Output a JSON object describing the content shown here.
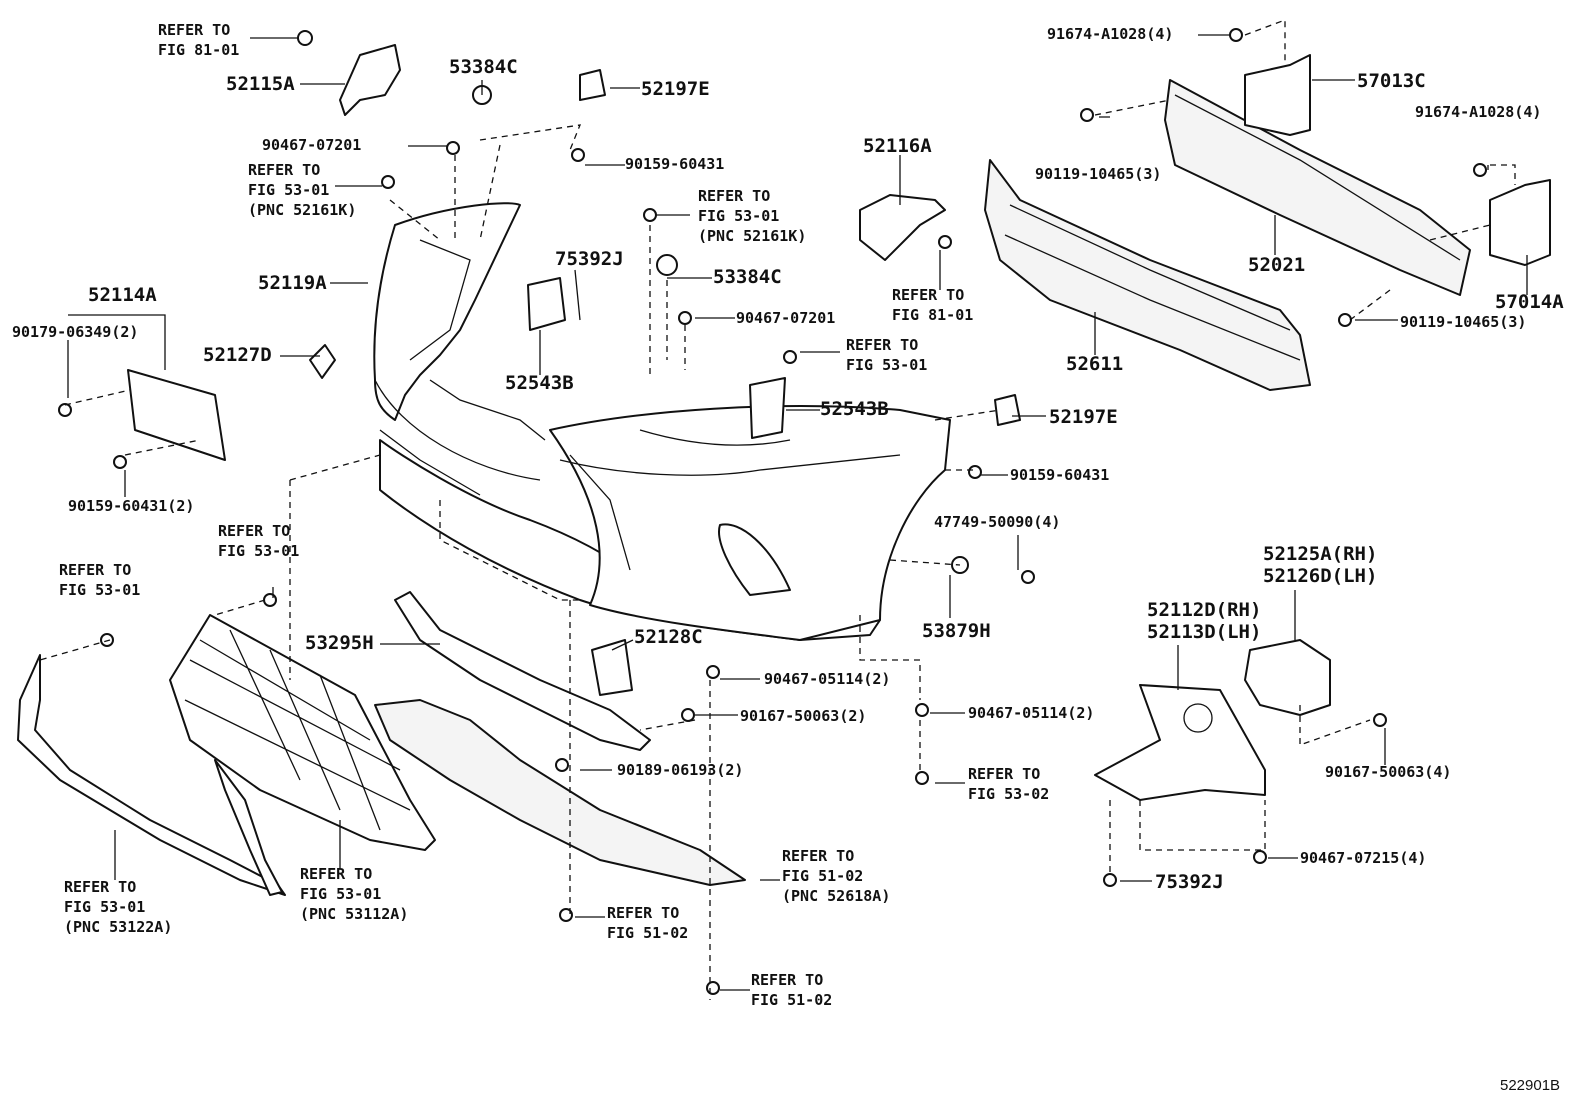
{
  "figure_code": "522901B",
  "labels": {
    "p52115A": "52115A",
    "p53384C_top": "53384C",
    "p52197E_top": "52197E",
    "p90467_07201_left": "90467-07201",
    "p90159_60431_top": "90159-60431",
    "p52116A": "52116A",
    "p52119A": "52119A",
    "p75392J_mid": "75392J",
    "p53384C_mid": "53384C",
    "p52114A": "52114A",
    "p90179_06349": "90179-06349(2)",
    "p90467_07201_mid": "90467-07201",
    "p52127D": "52127D",
    "p52543B_left": "52543B",
    "p52543B_right": "52543B",
    "p52197E_right": "52197E",
    "p90159_60431_right": "90159-60431",
    "p90159_60431_2": "90159-60431(2)",
    "p47749_50090": "47749-50090(4)",
    "p52125A": "52125A(RH)",
    "p52126D": "52126D(LH)",
    "p53295H": "53295H",
    "p52128C": "52128C",
    "p53879H": "53879H",
    "p52112D": "52112D(RH)",
    "p52113D": "52113D(LH)",
    "p90467_05114_a": "90467-05114(2)",
    "p90167_50063_a": "90167-50063(2)",
    "p90467_05114_b": "90467-05114(2)",
    "p90189_06193": "90189-06193(2)",
    "p90167_50063_b": "90167-50063(4)",
    "p90467_07215": "90467-07215(4)",
    "p75392J_bottom": "75392J",
    "p91674_A1028_top": "91674-A1028(4)",
    "p57013C": "57013C",
    "p91674_A1028_right": "91674-A1028(4)",
    "p90119_10465_top": "90119-10465(3)",
    "p52021": "52021",
    "p57014A": "57014A",
    "p90119_10465_right": "90119-10465(3)",
    "p52611": "52611"
  },
  "refs": {
    "r1": {
      "l1": "REFER TO",
      "l2": "FIG 81-01"
    },
    "r2": {
      "l1": "REFER TO",
      "l2": "FIG 53-01",
      "l3": "(PNC 52161K)"
    },
    "r3": {
      "l1": "REFER TO",
      "l2": "FIG 53-01",
      "l3": "(PNC 52161K)"
    },
    "r4": {
      "l1": "REFER TO",
      "l2": "FIG 81-01"
    },
    "r5": {
      "l1": "REFER TO",
      "l2": "FIG 53-01"
    },
    "r6": {
      "l1": "REFER TO",
      "l2": "FIG 53-01"
    },
    "r7": {
      "l1": "REFER TO",
      "l2": "FIG 53-01"
    },
    "r8": {
      "l1": "REFER TO",
      "l2": "FIG 53-02"
    },
    "r9": {
      "l1": "REFER TO",
      "l2": "FIG 51-02",
      "l3": "(PNC 52618A)"
    },
    "r10": {
      "l1": "REFER TO",
      "l2": "FIG 53-01",
      "l3": "(PNC 53122A)"
    },
    "r11": {
      "l1": "REFER TO",
      "l2": "FIG 53-01",
      "l3": "(PNC 53112A)"
    },
    "r12": {
      "l1": "REFER TO",
      "l2": "FIG 51-02"
    },
    "r13": {
      "l1": "REFER TO",
      "l2": "FIG 51-02"
    }
  }
}
